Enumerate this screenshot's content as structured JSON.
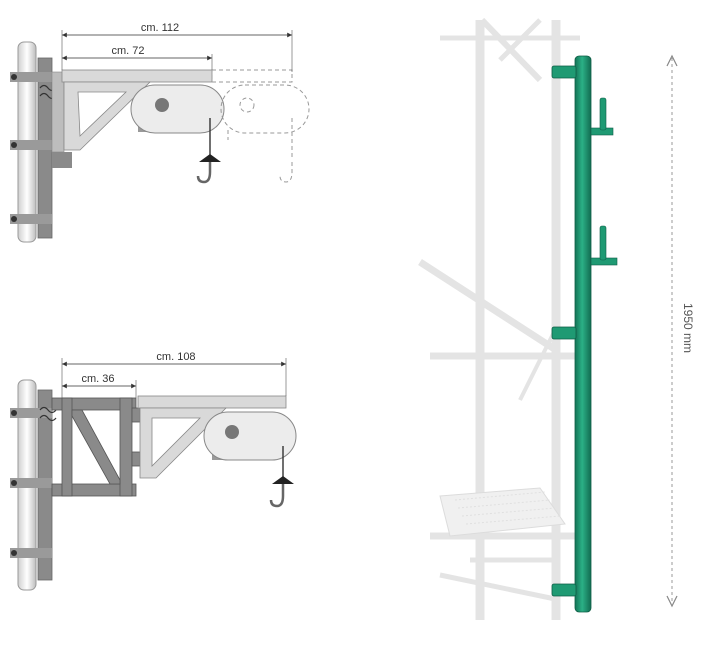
{
  "diagram_top": {
    "dim_outer": "cm. 112",
    "dim_inner": "cm. 72"
  },
  "diagram_bottom": {
    "dim_outer": "cm. 108",
    "dim_inner": "cm. 36"
  },
  "post": {
    "height_label": "1950 mm"
  },
  "colors": {
    "steel_dark": "#8a8a8a",
    "steel_light": "#d9d9d9",
    "post_green": "#1f9a73",
    "post_green_dark": "#137356",
    "scaffold": "#e6e6e6",
    "dimension_line": "#555555"
  }
}
